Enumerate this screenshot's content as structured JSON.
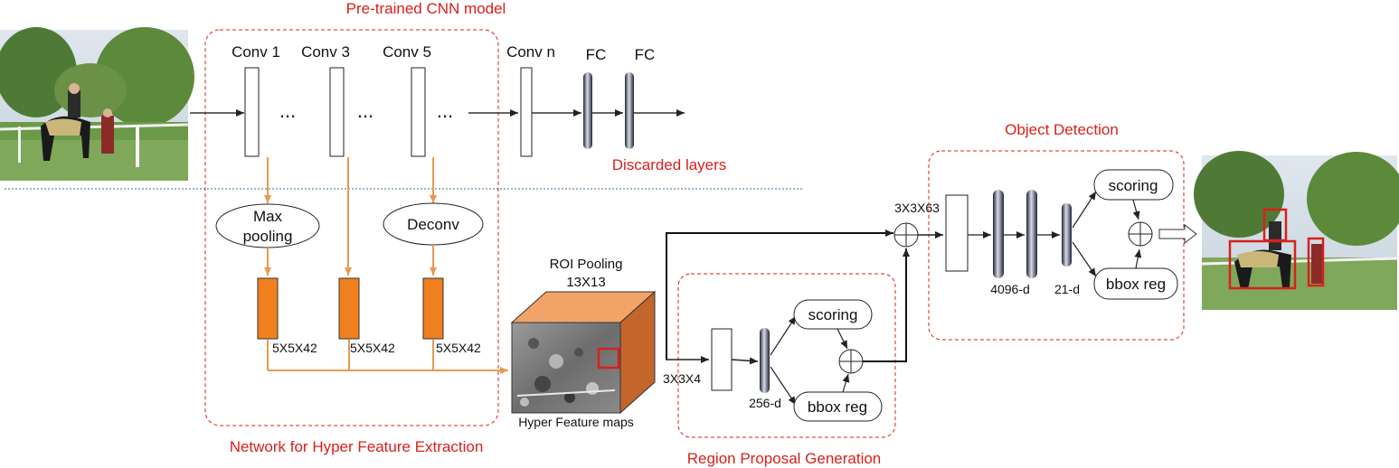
{
  "pretrained": {
    "title": "Pre-trained CNN model",
    "conv1": "Conv 1",
    "conv3": "Conv 3",
    "conv5": "Conv 5",
    "convn": "Conv n",
    "fc1": "FC",
    "fc2": "FC",
    "dots": "...",
    "discarded": "Discarded layers"
  },
  "hyper": {
    "title": "Network for Hyper Feature Extraction",
    "max_line1": "Max",
    "max_line2": "pooling",
    "deconv": "Deconv",
    "dim": "5X5X42",
    "roi_line1": "ROI Pooling",
    "roi_line2": "13X13",
    "maps": "Hyper Feature maps"
  },
  "rpn": {
    "title": "Region Proposal Generation",
    "in_dim": "3X3X4",
    "fc_dim": "256-d",
    "scoring": "scoring",
    "bbox": "bbox reg"
  },
  "detection": {
    "title": "Object Detection",
    "in_dim": "3X3X63",
    "fc_dim": "4096-d",
    "fc2_dim": "21-d",
    "scoring": "scoring",
    "bbox": "bbox reg"
  },
  "colors": {
    "accent_red": "#d9201c",
    "feature_orange": "#f0801e",
    "arrow_orange": "#e89a50"
  }
}
